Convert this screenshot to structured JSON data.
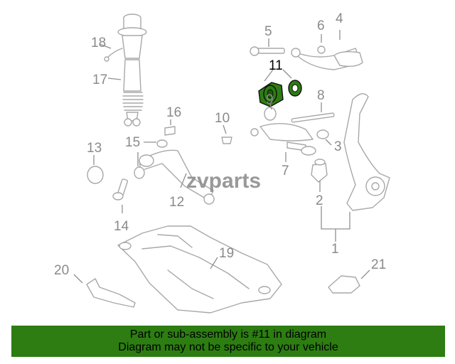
{
  "callouts": {
    "c1": "1",
    "c2": "2",
    "c3": "3",
    "c4": "4",
    "c5": "5",
    "c6": "6",
    "c7": "7",
    "c8": "8",
    "c9": "9",
    "c10": "10",
    "c11": "11",
    "c12": "12",
    "c13": "13",
    "c14": "14",
    "c15": "15",
    "c16": "16",
    "c17": "17",
    "c18": "18",
    "c19": "19",
    "c20": "20",
    "c21": "21"
  },
  "watermark": "zvparts",
  "highlight_color": "#2d7d12",
  "banner": {
    "line1": "Part or sub-assembly is #11 in diagram",
    "line2": "Diagram may not be specific to your vehicle"
  }
}
